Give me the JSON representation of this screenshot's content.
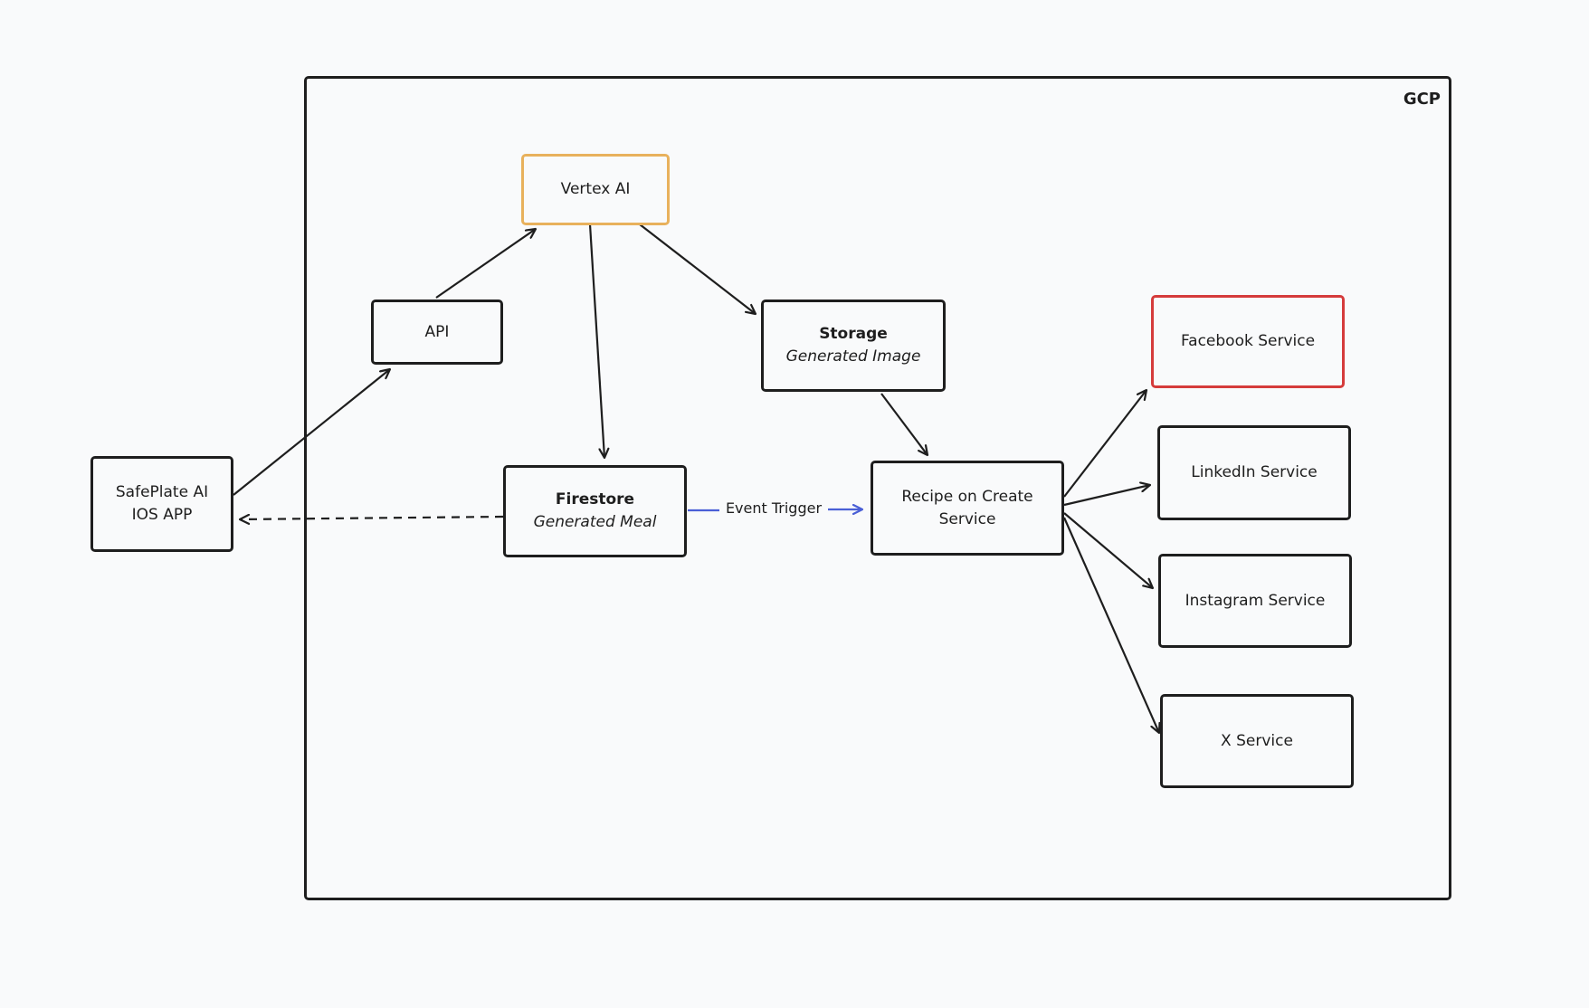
{
  "frame": {
    "label": "GCP"
  },
  "nodes": {
    "ios_app": {
      "line1": "SafePlate AI",
      "line2": "IOS APP"
    },
    "api": {
      "label": "API"
    },
    "vertex_ai": {
      "label": "Vertex AI"
    },
    "firestore": {
      "title": "Firestore",
      "subtitle": "Generated Meal"
    },
    "storage": {
      "title": "Storage",
      "subtitle": "Generated Image"
    },
    "recipe": {
      "line1": "Recipe on Create",
      "line2": "Service"
    },
    "facebook": {
      "label": "Facebook Service"
    },
    "linkedin": {
      "label": "LinkedIn Service"
    },
    "instagram": {
      "label": "Instagram Service"
    },
    "x_service": {
      "label": "X Service"
    }
  },
  "edges": {
    "event_trigger": {
      "label": "Event Trigger"
    }
  },
  "colors": {
    "stroke": "#1e1e1e",
    "vertex_border": "#e8b15c",
    "facebook_border": "#d53b3b",
    "event_arrow": "#4a5fd6",
    "background": "#f9fafb"
  }
}
